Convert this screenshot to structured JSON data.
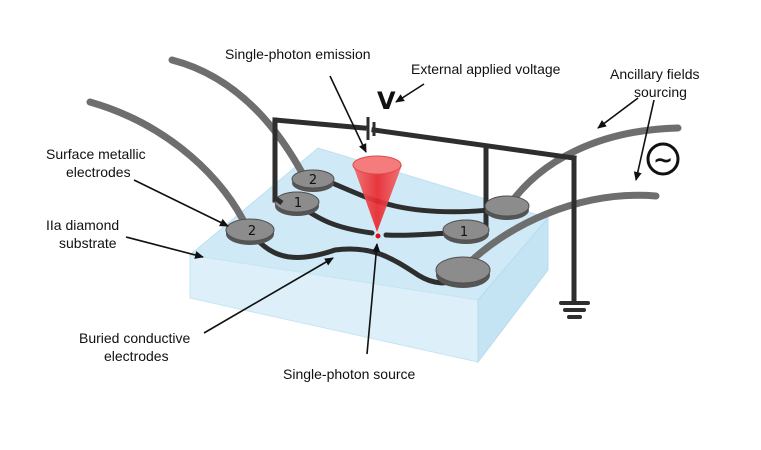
{
  "labels": {
    "single_photon_emission": "Single-photon emission",
    "external_voltage": "External applied voltage",
    "voltage_symbol": "V",
    "ancillary_line1": "Ancillary fields",
    "ancillary_line2": "sourcing",
    "surface_line1": "Surface metallic",
    "surface_line2": "electrodes",
    "substrate_line1": "IIa diamond",
    "substrate_line2": "substrate",
    "buried_line1": "Buried conductive",
    "buried_line2": "electrodes",
    "single_photon_source": "Single-photon source"
  },
  "electrode_numbers": {
    "back_left": "2",
    "mid_left": "1",
    "front_left": "2",
    "mid_right": "1"
  },
  "ac_source_symbol": "~",
  "colors": {
    "substrate_top": "#cfe9f6",
    "substrate_side": "#ddf0f9",
    "electrode": "#8a8a8a",
    "wire": "#3a3a3a",
    "cable": "#6e6e6e",
    "emission": "#f0393f",
    "source_dot": "#e01010"
  }
}
